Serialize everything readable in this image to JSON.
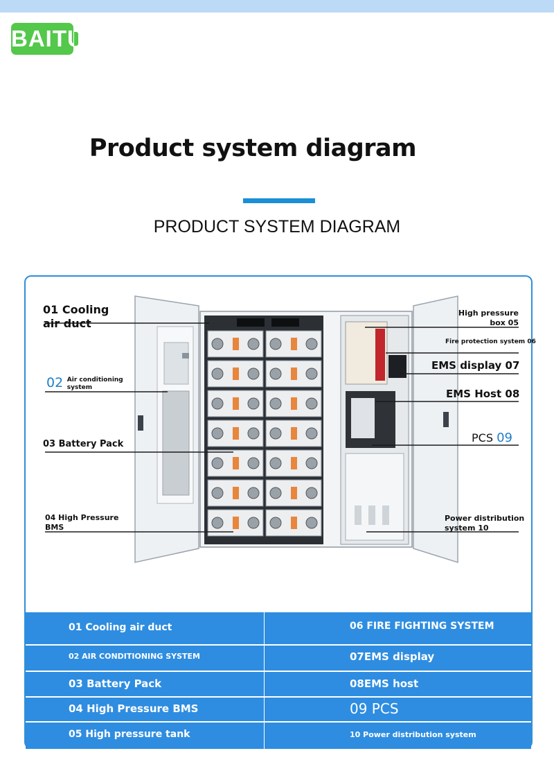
{
  "logo": {
    "text": "BAITU"
  },
  "header": {
    "title": "Product system diagram",
    "subtitle": "PRODUCT SYSTEM DIAGRAM"
  },
  "diagram": {
    "labels": {
      "cooling_line1": "01 Cooling",
      "cooling_line2": "air duct",
      "ac_number": "02",
      "ac_line1": "Air conditioning",
      "ac_line2": "system",
      "battery_pack": "03 Battery Pack",
      "bms_line1": "04 High Pressure",
      "bms_line2": "BMS",
      "hp_box_line1": "High pressure",
      "hp_box_line2": "box 05",
      "fire_protection": "Fire protection system 06",
      "ems_display": "EMS display 07",
      "ems_host": "EMS Host 08",
      "pcs_text": "PCS",
      "pcs_number": "09",
      "power_dist_line1": "Power distribution",
      "power_dist_line2": "system 10"
    }
  },
  "table": {
    "rows": [
      {
        "left": "01 Cooling air duct",
        "right": "06 FIRE FIGHTING SYSTEM"
      },
      {
        "left": "02 AIR CONDITIONING SYSTEM",
        "right": "07EMS display"
      },
      {
        "left": "03 Battery Pack",
        "right": "08EMS host"
      },
      {
        "left": "04 High Pressure BMS",
        "right": "09 PCS"
      },
      {
        "left": "05 High pressure tank",
        "right": "10 Power distribution system"
      }
    ]
  },
  "colors": {
    "accent": "#1a8fd6",
    "table_bg": "#2e8de0",
    "logo_green": "#53c84a",
    "pcs_number": "#1f7fc9"
  }
}
